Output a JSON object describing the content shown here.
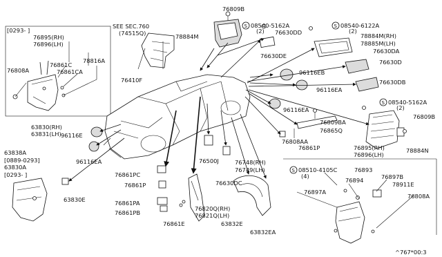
{
  "diagram": {
    "callouts": [
      "76809B",
      "08540-5162A",
      "(2)",
      "08540-6122A",
      "(2)",
      "08540-5162A",
      "(2)",
      "08510-4105C",
      "(4)"
    ],
    "labels": [
      "[0293-      ]",
      "76895(RH)",
      "76896(LH)",
      "76861C",
      "78816A",
      "76808A",
      "76861CA",
      "SEE SEC.760",
      "(74515Q)",
      "76410F",
      "78884M",
      "76630DD",
      "76630DE",
      "78884M(RH)",
      "78885M(LH)",
      "76630DA",
      "76630D",
      "76630DB",
      "96116EB",
      "96116EA",
      "96116EA",
      "76809B",
      "78884N",
      "76809BA",
      "76865Q",
      "76808AA",
      "76861P",
      "76895(RH)",
      "76896(LH)",
      "76893",
      "76894",
      "76897B",
      "78911E",
      "76897A",
      "76808A",
      "63830(RH)",
      "63831(LH)",
      "63838A",
      "[0889-0293]",
      "63830A",
      "[0293-      ]",
      "63830E",
      "96116E",
      "96116EA",
      "76861PC",
      "76861P",
      "76861PA",
      "76861PB",
      "76861E",
      "76500J",
      "76630DC",
      "76748(RH)",
      "76749(LH)",
      "76820Q(RH)",
      "76821Q(LH)",
      "63832E",
      "63832EA",
      "^767*00:3"
    ]
  }
}
